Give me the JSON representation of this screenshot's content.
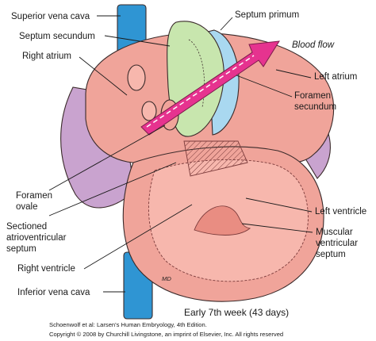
{
  "labels": {
    "superior_vena_cava": "Superior vena cava",
    "septum_secundum": "Septum secundum",
    "right_atrium": "Right atrium",
    "septum_primum": "Septum primum",
    "blood_flow": "Blood flow",
    "left_atrium": "Left atrium",
    "foramen_secundum_1": "Foramen",
    "foramen_secundum_2": "secundum",
    "foramen_ovale_1": "Foramen",
    "foramen_ovale_2": "ovale",
    "left_ventricle": "Left ventricle",
    "sectioned_av_septum_1": "Sectioned",
    "sectioned_av_septum_2": "atrioventricular",
    "sectioned_av_septum_3": "septum",
    "muscular_vs_1": "Muscular",
    "muscular_vs_2": "ventricular",
    "muscular_vs_3": "septum",
    "right_ventricle": "Right ventricle",
    "inferior_vena_cava": "Inferior vena cava"
  },
  "caption": "Early 7th week (43 days)",
  "credit": {
    "line1": "Schoenwolf et al: Larsen's Human Embryology, 4th Edition.",
    "line2": "Copyright © 2008 by Churchill Livingstone, an imprint of Elsevier, Inc. All rights reserved"
  },
  "signature": "MD",
  "colors": {
    "vena_cava": "#2f95d3",
    "heart_outer": "#f0a49a",
    "heart_inner": "#f7b7ad",
    "pericardium": "#c9a3cf",
    "septum_secundum": "#c8e6ae",
    "septum_primum": "#a9d8f0",
    "blood_flow_arrow": "#e6338f"
  }
}
